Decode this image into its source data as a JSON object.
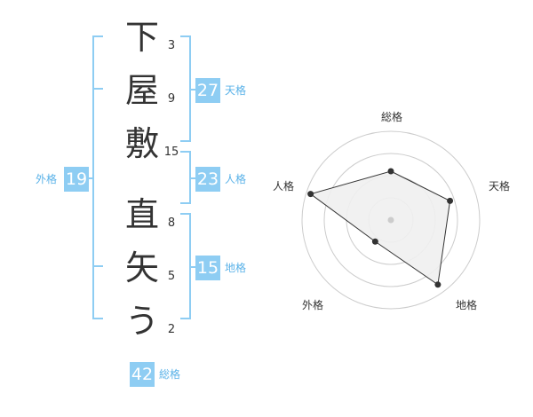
{
  "name_chars": [
    {
      "char": "下",
      "strokes": "3"
    },
    {
      "char": "屋",
      "strokes": "9"
    },
    {
      "char": "敷",
      "strokes": "15"
    },
    {
      "char": "直",
      "strokes": "8"
    },
    {
      "char": "矢",
      "strokes": "5"
    },
    {
      "char": "う",
      "strokes": "2"
    }
  ],
  "scores": {
    "tenkaku": {
      "value": "27",
      "label": "天格"
    },
    "jinkaku": {
      "value": "23",
      "label": "人格"
    },
    "chikaku": {
      "value": "15",
      "label": "地格"
    },
    "gaikaku": {
      "value": "19",
      "label": "外格"
    },
    "soukaku": {
      "value": "42",
      "label": "総格"
    }
  },
  "radar": {
    "axes": [
      "総格",
      "天格",
      "地格",
      "外格",
      "人格"
    ],
    "levels": [
      0.55,
      0.7,
      0.9,
      0.3,
      0.95
    ],
    "rings": 4,
    "fill_color": "#efefef",
    "line_color": "#333333",
    "ring_color": "#cccccc"
  },
  "colors": {
    "accent": "#8ecdf3",
    "accent_text": "#5ab2e8"
  }
}
